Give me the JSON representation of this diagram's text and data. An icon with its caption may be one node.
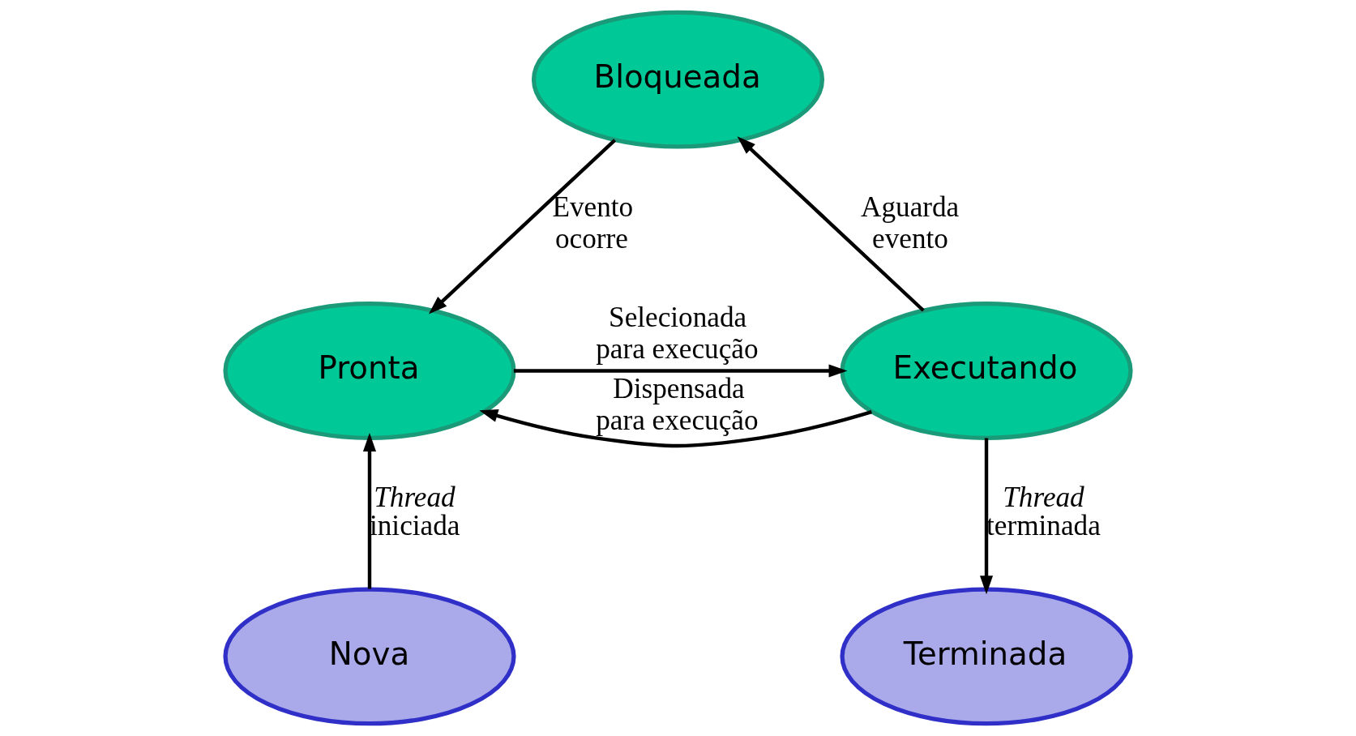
{
  "diagram": {
    "nodes": [
      {
        "text": [
          "Bloqueada"
        ]
      },
      {
        "text": [
          "Pronta"
        ]
      },
      {
        "text": [
          "Executando"
        ]
      },
      {
        "text": [
          "Nova"
        ]
      },
      {
        "text": [
          "Terminada"
        ]
      }
    ],
    "edges": [
      {
        "from": 0,
        "to": 1,
        "arrow": "to",
        "label": "Evento ocorre"
      },
      {
        "from": 1,
        "to": 2,
        "arrow": "to",
        "label": "Selecionada para execução"
      },
      {
        "from": 2,
        "to": 1,
        "arrow": "to",
        "label": "Dispensada para execução"
      },
      {
        "from": 2,
        "to": 0,
        "arrow": "to",
        "label": "Aguarda evento"
      },
      {
        "from": 3,
        "to": 1,
        "arrow": "to",
        "label": "*Thread* iniciada"
      },
      {
        "from": 2,
        "to": 4,
        "arrow": "to",
        "label": "*Thread* terminada"
      }
    ]
  }
}
